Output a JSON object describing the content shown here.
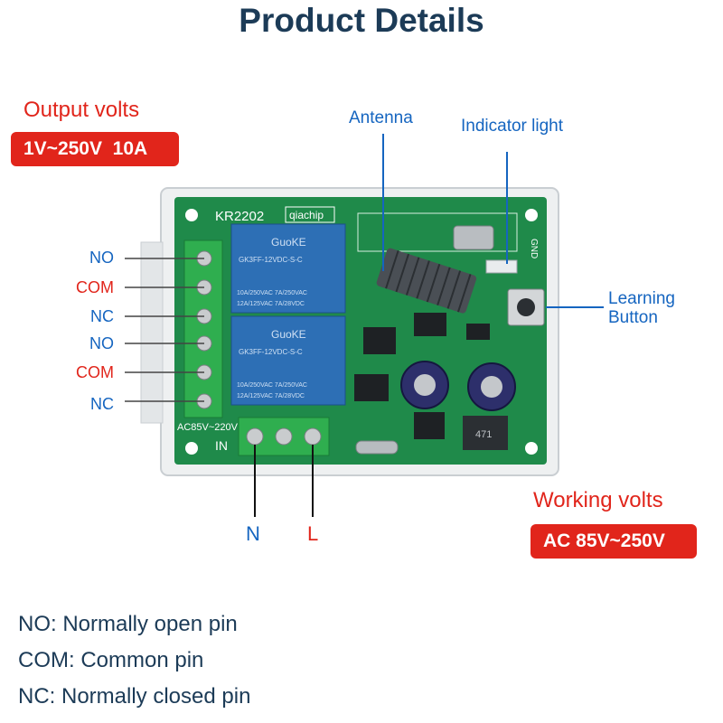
{
  "title": "Product Details",
  "output": {
    "label": "Output volts",
    "value": "1V~250V  10A"
  },
  "working": {
    "label": "Working volts",
    "value": "AC 85V~250V"
  },
  "callouts": {
    "antenna": "Antenna",
    "indicator": "Indicator light",
    "learning_1": "Learning",
    "learning_2": "Button"
  },
  "pins": [
    "NO",
    "COM",
    "NC",
    "NO",
    "COM",
    "NC"
  ],
  "input_pins": {
    "n": "N",
    "l": "L"
  },
  "board": {
    "model": "KR2202",
    "brand": "qiachip",
    "relay_brand": "GuoKE",
    "relay_model": "GK3FF-12VDC-S-C",
    "relay_rating_1": "10A/250VAC  7A/250VAC",
    "relay_rating_2": "12A/125VAC  7A/28VDC",
    "ac_label": "AC85V~220V",
    "in_label": "IN",
    "gnd_label": "GND",
    "cap_label": "471"
  },
  "legend": [
    "NO: Normally open pin",
    "COM: Common pin",
    "NC: Normally closed pin"
  ],
  "colors": {
    "accent_red": "#e1251b",
    "accent_blue": "#1565c0",
    "pcb_green": "#1f8a4a",
    "relay_blue": "#2d6fb5"
  }
}
